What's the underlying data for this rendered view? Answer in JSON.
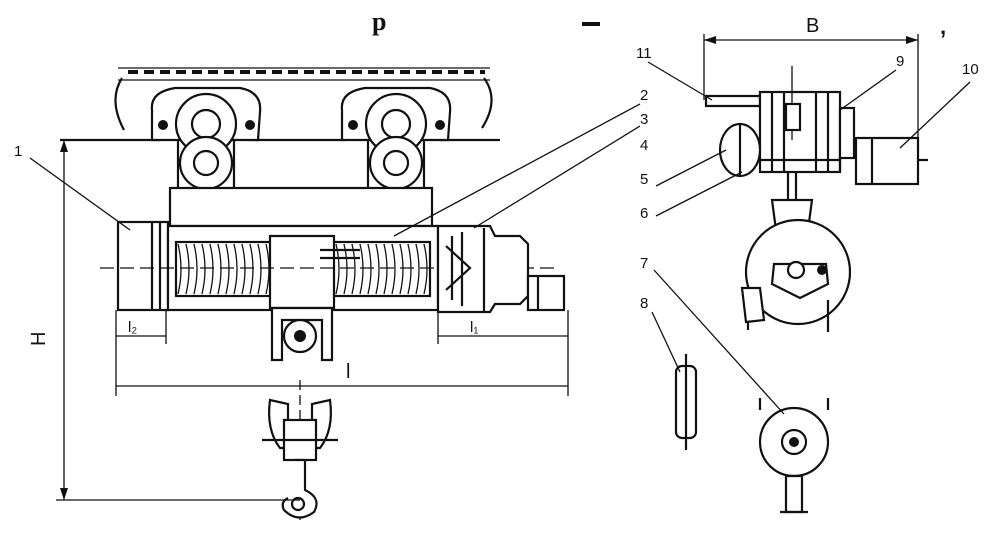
{
  "header": {
    "caption_fragment": "p"
  },
  "callouts": [
    "1",
    "2",
    "3",
    "4",
    "5",
    "6",
    "7",
    "8",
    "9",
    "10",
    "11"
  ],
  "dimensions": {
    "H": "H",
    "l": "l",
    "l2": "l₂",
    "l1": "l₁",
    "B": "B"
  },
  "colors": {
    "ink": "#111111",
    "paper": "#ffffff"
  }
}
